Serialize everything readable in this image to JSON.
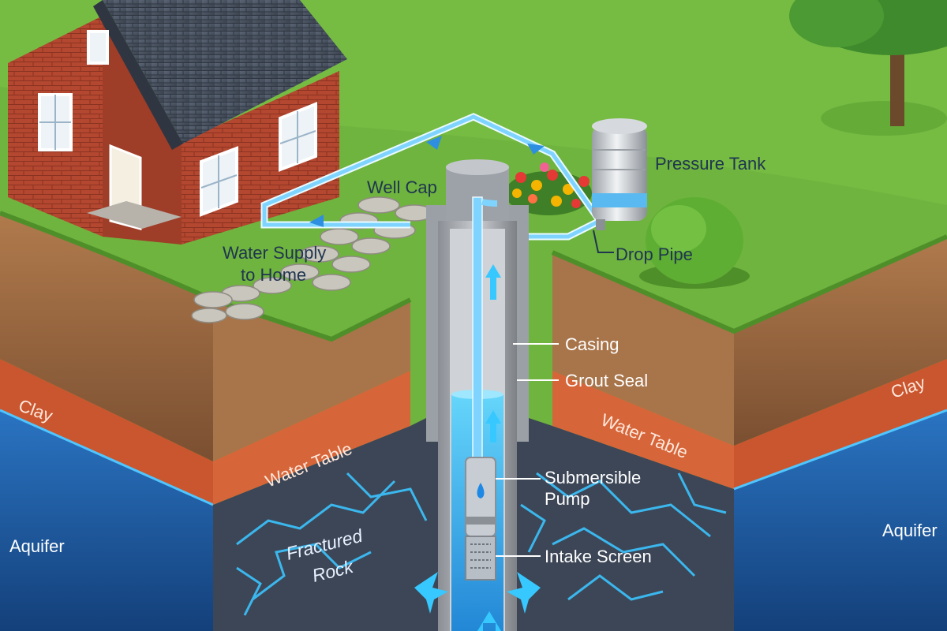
{
  "labels": {
    "pressure_tank": "Pressure Tank",
    "well_cap": "Well Cap",
    "drop_pipe": "Drop Pipe",
    "water_supply_line1": "Water Supply",
    "water_supply_line2": "to Home",
    "casing": "Casing",
    "grout_seal": "Grout Seal",
    "clay_left": "Clay",
    "clay_right": "Clay",
    "water_table_left": "Water Table",
    "water_table_right": "Water Table",
    "submersible_pump_line1": "Submersible",
    "submersible_pump_line2": "Pump",
    "intake_screen": "Intake Screen",
    "aquifer_left": "Aquifer",
    "aquifer_right": "Aquifer",
    "fractured_rock_line1": "Fractured",
    "fractured_rock_line2": "Rock"
  },
  "colors": {
    "grass": "#6fb43e",
    "soil": "#9a6a44",
    "clay": "#c9562f",
    "aquifer": "#1f5fa8",
    "rock": "#3c4656",
    "water_glow": "#37c8ff",
    "brick": "#b4472f",
    "roof": "#4a5361"
  }
}
